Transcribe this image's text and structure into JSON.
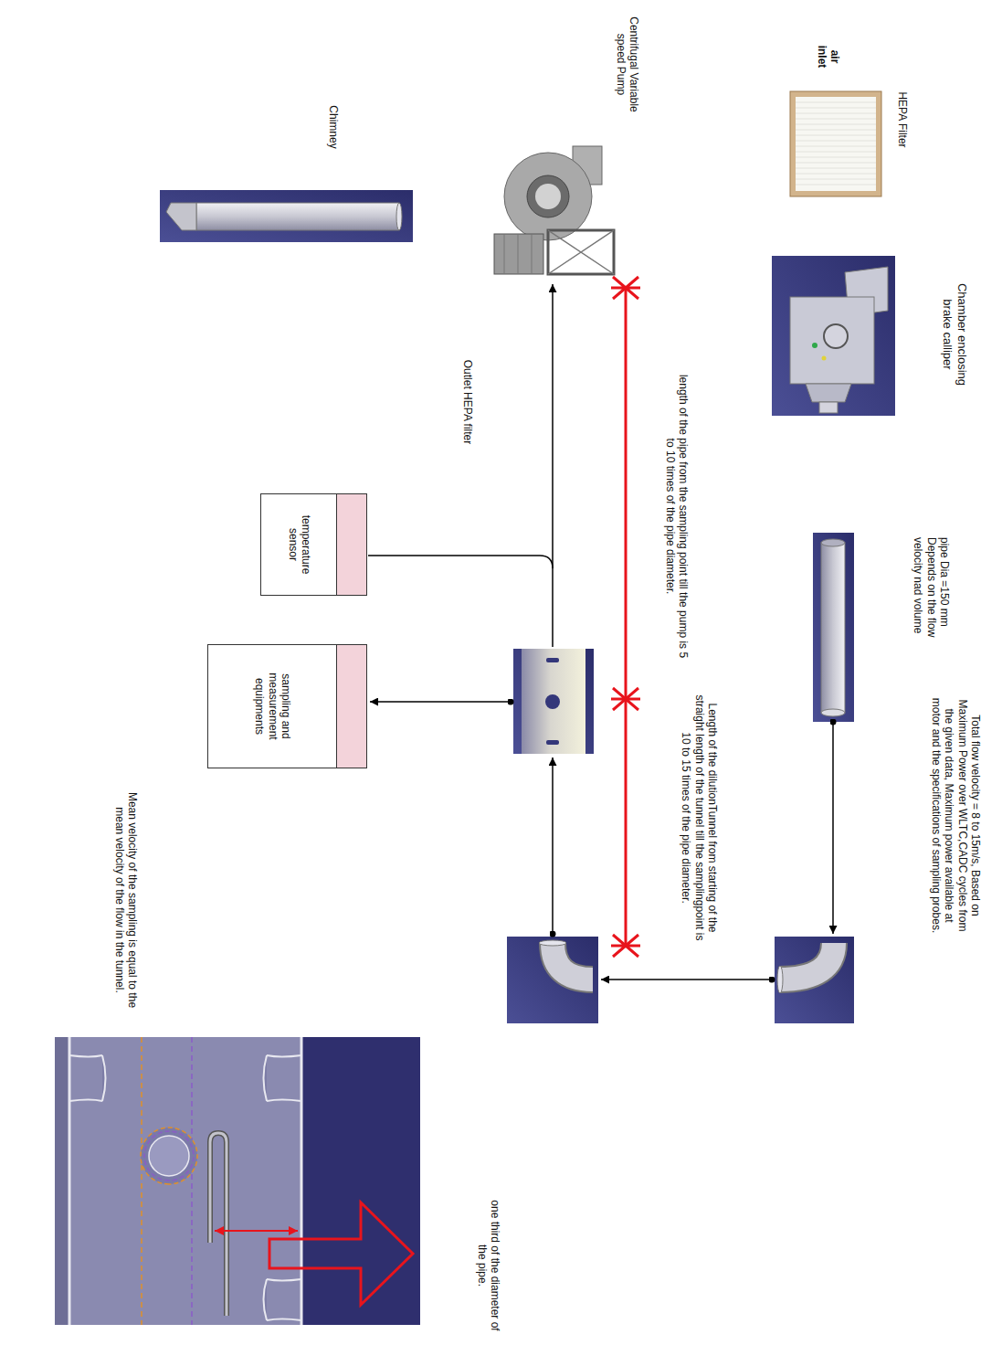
{
  "diagram": {
    "nodes": [
      {
        "text": [
          "HEPA Filter"
        ]
      },
      {
        "text": [
          "Chamber enclosing brake calliper"
        ]
      },
      {
        "text": [
          "pipe Dia =150 mm Depends on the flow velocity nad volume"
        ]
      },
      {
        "text": [
          "Centrifugal Variable speed Pump"
        ]
      },
      {
        "text": [
          "Chimney"
        ]
      },
      {
        "text": [
          "temperature sensor"
        ]
      },
      {
        "text": [
          "sampling and measurement equipments"
        ]
      }
    ],
    "edges": [
      {
        "from": 0,
        "to": 1,
        "arrow": "both"
      },
      {
        "from": 1,
        "to": 2,
        "arrow": "to"
      },
      {
        "from": 3,
        "to": 4,
        "arrow": "to"
      }
    ],
    "labels": [
      "air inlet",
      "Total flow velocity = 8 to 15m/s, Based on Maximum Power over WLTC,CADC cycles from the given data, Maximum power available at motor and the specifications of sampling probes.",
      "length of the pipe from the sampling point till the pump is 5 to 10 times of the pipe diameter.",
      "Length of the dilutionTunnel from starting of the straight length of the tunnel till the samplingpoint is 10 to 15 times of the pipe diameter.",
      "Outlet HEPA filter",
      "Mean velocity of the sampling is equal to the mean velocity of the flow in the tunnel.",
      "one third of the diameter of the pipe."
    ]
  }
}
